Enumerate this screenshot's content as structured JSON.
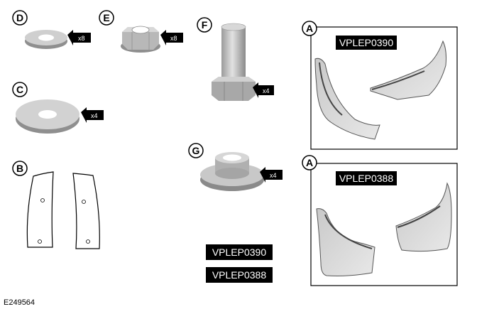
{
  "callouts": {
    "D": "D",
    "E": "E",
    "F": "F",
    "C": "C",
    "G": "G",
    "B": "B",
    "A1": "A",
    "A2": "A"
  },
  "quantities": {
    "D": "x8",
    "E": "x8",
    "F": "x4",
    "C": "x4",
    "G": "x4"
  },
  "codes": {
    "panel_top": "VPLEP0390",
    "panel_bottom": "VPLEP0388",
    "legend_1": "VPLEP0390",
    "legend_2": "VPLEP0388"
  },
  "figure_ref": "E249564",
  "colors": {
    "part_light": "#dcdcdc",
    "part_mid": "#bdbdbd",
    "part_dark": "#8f8f8f",
    "label_bg": "#000000",
    "outline": "#000000"
  }
}
